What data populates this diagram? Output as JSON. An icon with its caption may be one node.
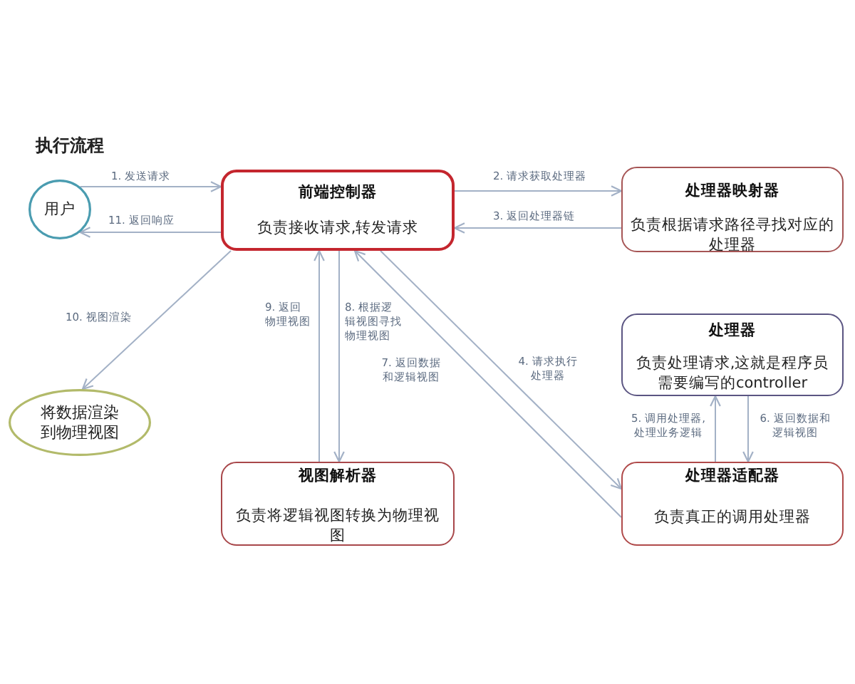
{
  "diagram": {
    "title": "执行流程",
    "nodes": [
      {
        "text": [
          "用户"
        ]
      },
      {
        "text": [
          "前端控制器",
          "负责接收请求,转发请求"
        ]
      },
      {
        "text": [
          "处理器映射器",
          "负责根据请求路径寻找对应的处理器"
        ]
      },
      {
        "text": [
          "处理器",
          "负责处理请求,这就是程序员需要编写的controller"
        ]
      },
      {
        "text": [
          "将数据渲染到物理视图"
        ]
      },
      {
        "text": [
          "视图解析器",
          "负责将逻辑视图转换为物理视图"
        ]
      },
      {
        "text": [
          "处理器适配器",
          "负责真正的调用处理器"
        ]
      }
    ],
    "edges": [
      {
        "from": 0,
        "to": 1,
        "arrow": "to",
        "label": "1. 发送请求"
      },
      {
        "from": 1,
        "to": 0,
        "arrow": "to",
        "label": "11. 返回响应"
      },
      {
        "from": 1,
        "to": 2,
        "arrow": "to",
        "label": "2. 请求获取处理器"
      },
      {
        "from": 2,
        "to": 1,
        "arrow": "to",
        "label": "3. 返回处理器链"
      },
      {
        "from": 1,
        "to": 6,
        "arrow": "to",
        "label": "4. 请求执行处理器"
      },
      {
        "from": 6,
        "to": 3,
        "arrow": "to",
        "label": "5. 调用处理器,处理业务逻辑"
      },
      {
        "from": 3,
        "to": 6,
        "arrow": "to",
        "label": "6. 返回数据和逻辑视图"
      },
      {
        "from": 6,
        "to": 1,
        "arrow": "to",
        "label": "7. 返回数据和逻辑视图"
      },
      {
        "from": 1,
        "to": 5,
        "arrow": "to",
        "label": "8. 根据逻辑视图寻找物理视图"
      },
      {
        "from": 5,
        "to": 1,
        "arrow": "to",
        "label": "9. 返回物理视图"
      },
      {
        "from": 1,
        "to": 4,
        "arrow": "to",
        "label": "10. 视图渲染"
      }
    ]
  }
}
